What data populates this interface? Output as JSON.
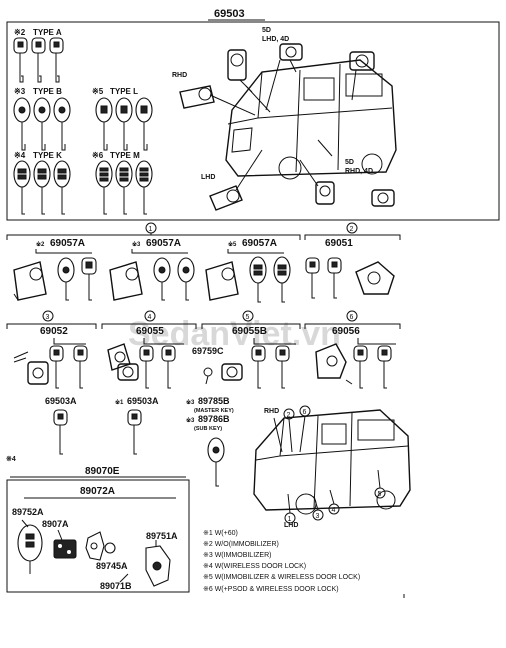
{
  "main_part_number": "69503",
  "top_panel": {
    "types": [
      {
        "prefix": "※2",
        "label": "TYPE A"
      },
      {
        "prefix": "※3",
        "label": "TYPE B"
      },
      {
        "prefix": "※5",
        "label": "TYPE L"
      },
      {
        "prefix": "※4",
        "label": "TYPE K"
      },
      {
        "prefix": "※6",
        "label": "TYPE M"
      }
    ],
    "location_labels": {
      "rhd": "RHD",
      "lhd": "LHD",
      "five_d_top": "5D",
      "lhd_4d": "LHD, 4D",
      "five_d_right": "5D",
      "rhd_4d": "RHD, 4D"
    }
  },
  "groups": {
    "g1": {
      "circle": "1",
      "parts": [
        {
          "prefix": "※2",
          "number": "69057A"
        },
        {
          "prefix": "※3",
          "number": "69057A"
        },
        {
          "prefix": "※5",
          "number": "69057A"
        }
      ]
    },
    "g2": {
      "circle": "2",
      "number": "69051"
    },
    "g3": {
      "circle": "3",
      "number": "69052"
    },
    "g4": {
      "circle": "4",
      "number": "69055"
    },
    "g5": {
      "circle": "5",
      "number": "69055B"
    },
    "g6": {
      "circle": "6",
      "number": "69056"
    },
    "sub_69759c": "69759C"
  },
  "keys_row": {
    "k1": {
      "prefix": "",
      "number": "69503A"
    },
    "k2": {
      "prefix": "※1",
      "number": "69503A"
    },
    "k3a": {
      "prefix": "※3",
      "number": "89785B",
      "note": "(MASTER KEY)"
    },
    "k3b": {
      "prefix": "※3",
      "number": "89786B",
      "note": "(SUB KEY)"
    }
  },
  "van_labels": {
    "rhd": "RHD",
    "lhd": "LHD",
    "circles": [
      "2",
      "6",
      "1",
      "3",
      "4",
      "5"
    ]
  },
  "remote_panel": {
    "prefix": "※4",
    "assembly": "89070E",
    "sub_assembly": "89072A",
    "parts": [
      "89752A",
      "8907A",
      "89751A",
      "89745A",
      "89071B"
    ]
  },
  "notes": [
    "※1 W(+60)",
    "※2 W/O(IMMOBILIZER)",
    "※3 W(IMMOBILIZER)",
    "※4 W(WIRELESS DOOR LOCK)",
    "※5 W(IMMOBILIZER & WIRELESS DOOR LOCK)",
    "※6 W(+PSOD & WIRELESS DOOR LOCK)"
  ],
  "watermark": "SedanViet.vn"
}
